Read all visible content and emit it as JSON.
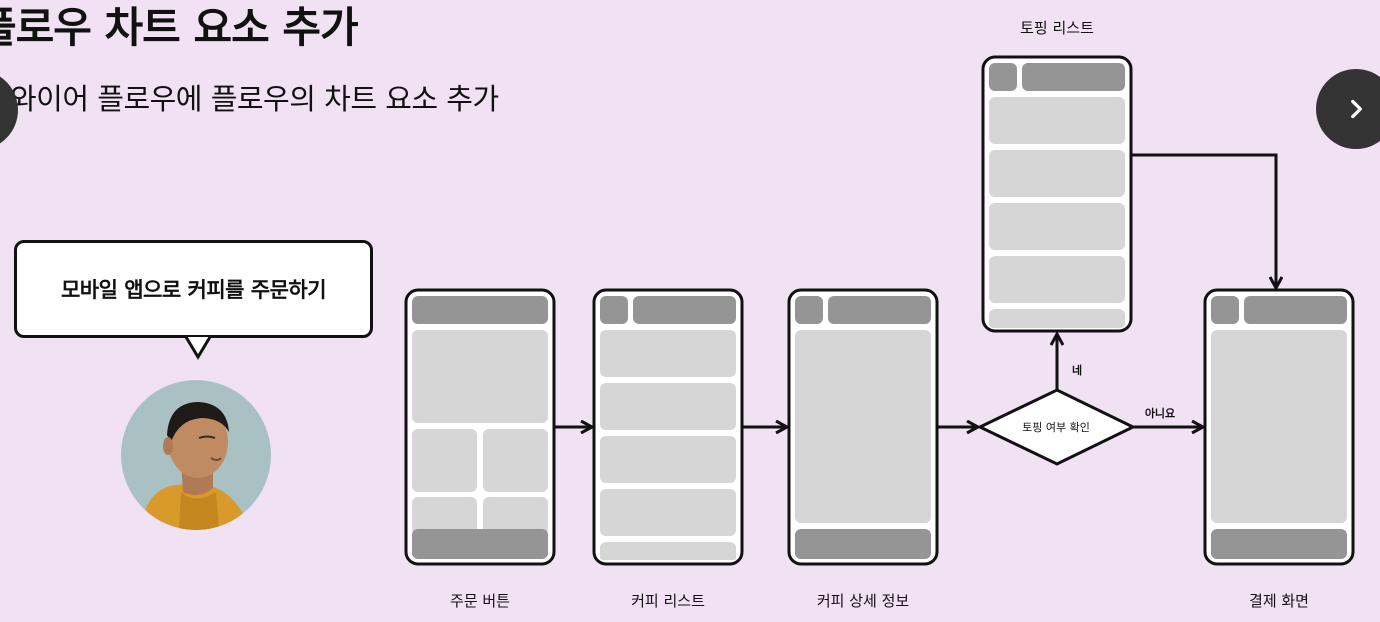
{
  "slide": {
    "title": "플로우 차트 요소 추가",
    "subtitle": "와이어 플로우에 플로우의 차트 요소 추가"
  },
  "navigation": {
    "prev_icon": "chevron-left-icon",
    "next_icon": "chevron-right-icon"
  },
  "persona": {
    "speech": "모바일 앱으로 커피를 주문하기"
  },
  "flow": {
    "screens": {
      "order_button": "주문 버튼",
      "coffee_list": "커피 리스트",
      "coffee_detail": "커피 상세 정보",
      "topping_list": "토핑 리스트",
      "payment": "결제 화면"
    },
    "decision": {
      "label": "토핑 여부 확인",
      "yes": "네",
      "no": "아니요"
    }
  },
  "colors": {
    "background": "#f0e1f3",
    "block_light": "#d6d6d6",
    "block_dark": "#959595",
    "stroke": "#111111"
  }
}
